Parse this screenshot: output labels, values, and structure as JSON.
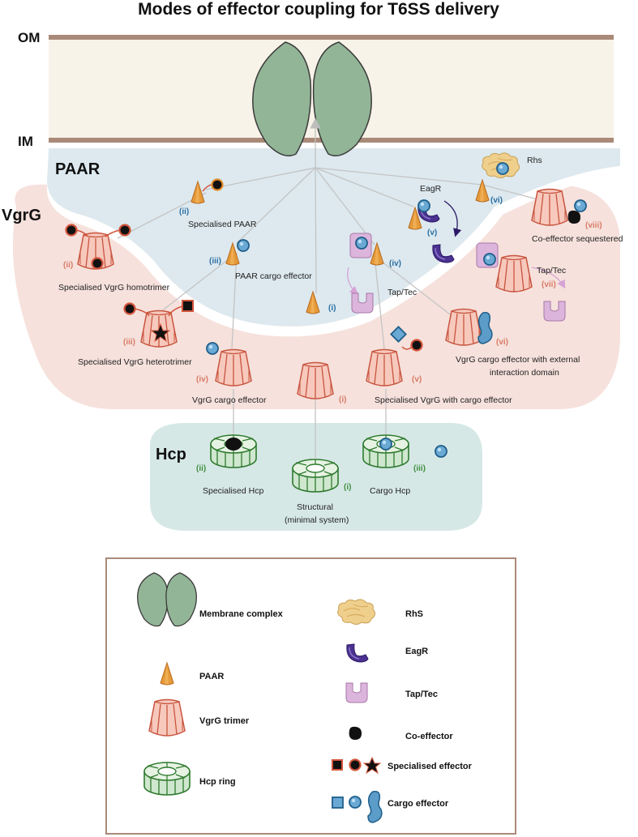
{
  "title": "Modes of effector coupling for T6SS delivery",
  "membranes": {
    "outer": "OM",
    "inner": "IM"
  },
  "zones": {
    "paar": "PAAR",
    "vgrg": "VgrG",
    "hcp": "Hcp"
  },
  "paar_items": {
    "rhs": "Rhs",
    "eagr": "EagR",
    "tap_tec_left": "Tap/Tec",
    "tap_tec_right": "Tap/Tec",
    "specialised_paar": "Specialised PAAR",
    "paar_cargo_effector": "PAAR cargo effector",
    "co_effector_sequestered": "Co-effector sequestered"
  },
  "vgrg_items": {
    "homotrimer": "Specialised VgrG homotrimer",
    "heterotrimer": "Specialised VgrG heterotrimer",
    "cargo_effector": "VgrG cargo effector",
    "with_cargo": "Specialised VgrG with cargo effector",
    "external_line1": "VgrG cargo effector with external",
    "external_line2": "interaction domain"
  },
  "hcp_items": {
    "specialised": "Specialised Hcp",
    "structural_line1": "Structural",
    "structural_line2": "(minimal system)",
    "cargo": "Cargo Hcp"
  },
  "roman": {
    "i": "(i)",
    "ii": "(ii)",
    "iii": "(iii)",
    "iv": "(iv)",
    "v": "(v)",
    "vi": "(vi)",
    "vii": "(vii)",
    "viii": "(viii)"
  },
  "legend": {
    "membrane_complex": "Membrane complex",
    "paar": "PAAR",
    "vgrg_trimer": "VgrG trimer",
    "hcp_ring": "Hcp ring",
    "rhs": "RhS",
    "eagr": "EagR",
    "tap_tec": "Tap/Tec",
    "co_effector": "Co-effector",
    "specialised_effector": "Specialised effector",
    "cargo_effector": "Cargo effector"
  },
  "colors": {
    "membrane": "#a98a78",
    "periplasm": "#f8f3e8",
    "paar_zone": "#dde9ef",
    "vgrg_zone": "#f6e1dc",
    "hcp_zone": "#d6e8e6",
    "membrane_complex": "#93b597",
    "paar": "#e08a28",
    "vgrg": "#e0735d",
    "hcp": "#4a8f4a",
    "eagr": "#4b3291",
    "tap_tec": "#d7aed7",
    "rhs": "#e8c27d",
    "cargo": "#5b9cc8",
    "specialised_red": "#c0392b",
    "roman_red": "#d97b66",
    "roman_blue": "#2a6fa3",
    "roman_green": "#3f8f3f"
  }
}
